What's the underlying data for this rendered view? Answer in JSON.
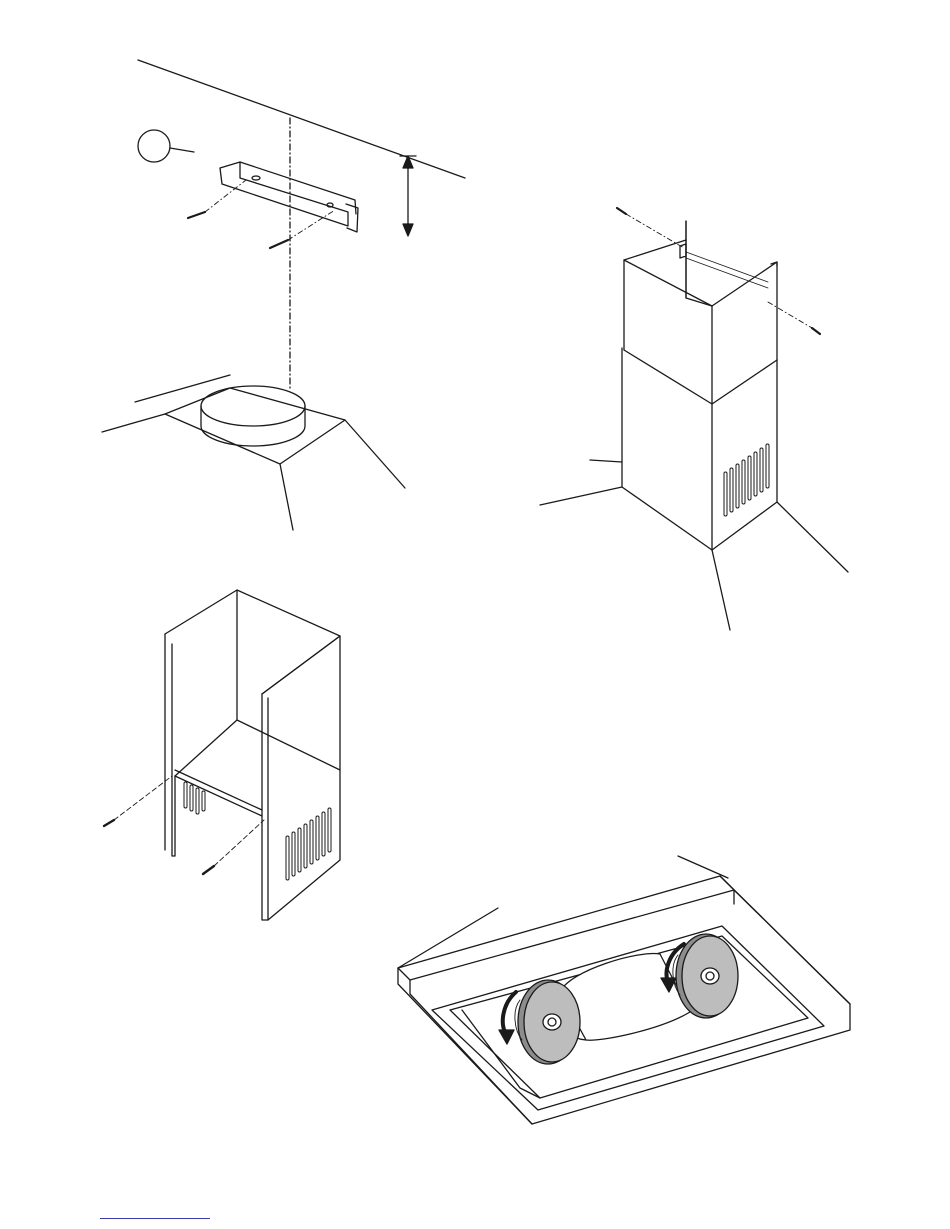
{
  "figures": [
    {
      "id": "fig-bracket-mounting",
      "description_label": ""
    },
    {
      "id": "fig-chimney-upper-fixing",
      "description_label": ""
    },
    {
      "id": "fig-chimney-lower-fixing",
      "description_label": ""
    },
    {
      "id": "fig-filter-installation",
      "description_label": ""
    }
  ],
  "colors": {
    "line": "#1a1a1a",
    "filter_fill": "#bdbdbd",
    "filter_dark": "#8c8c8c",
    "footer_rule": "#3a3aa8"
  }
}
